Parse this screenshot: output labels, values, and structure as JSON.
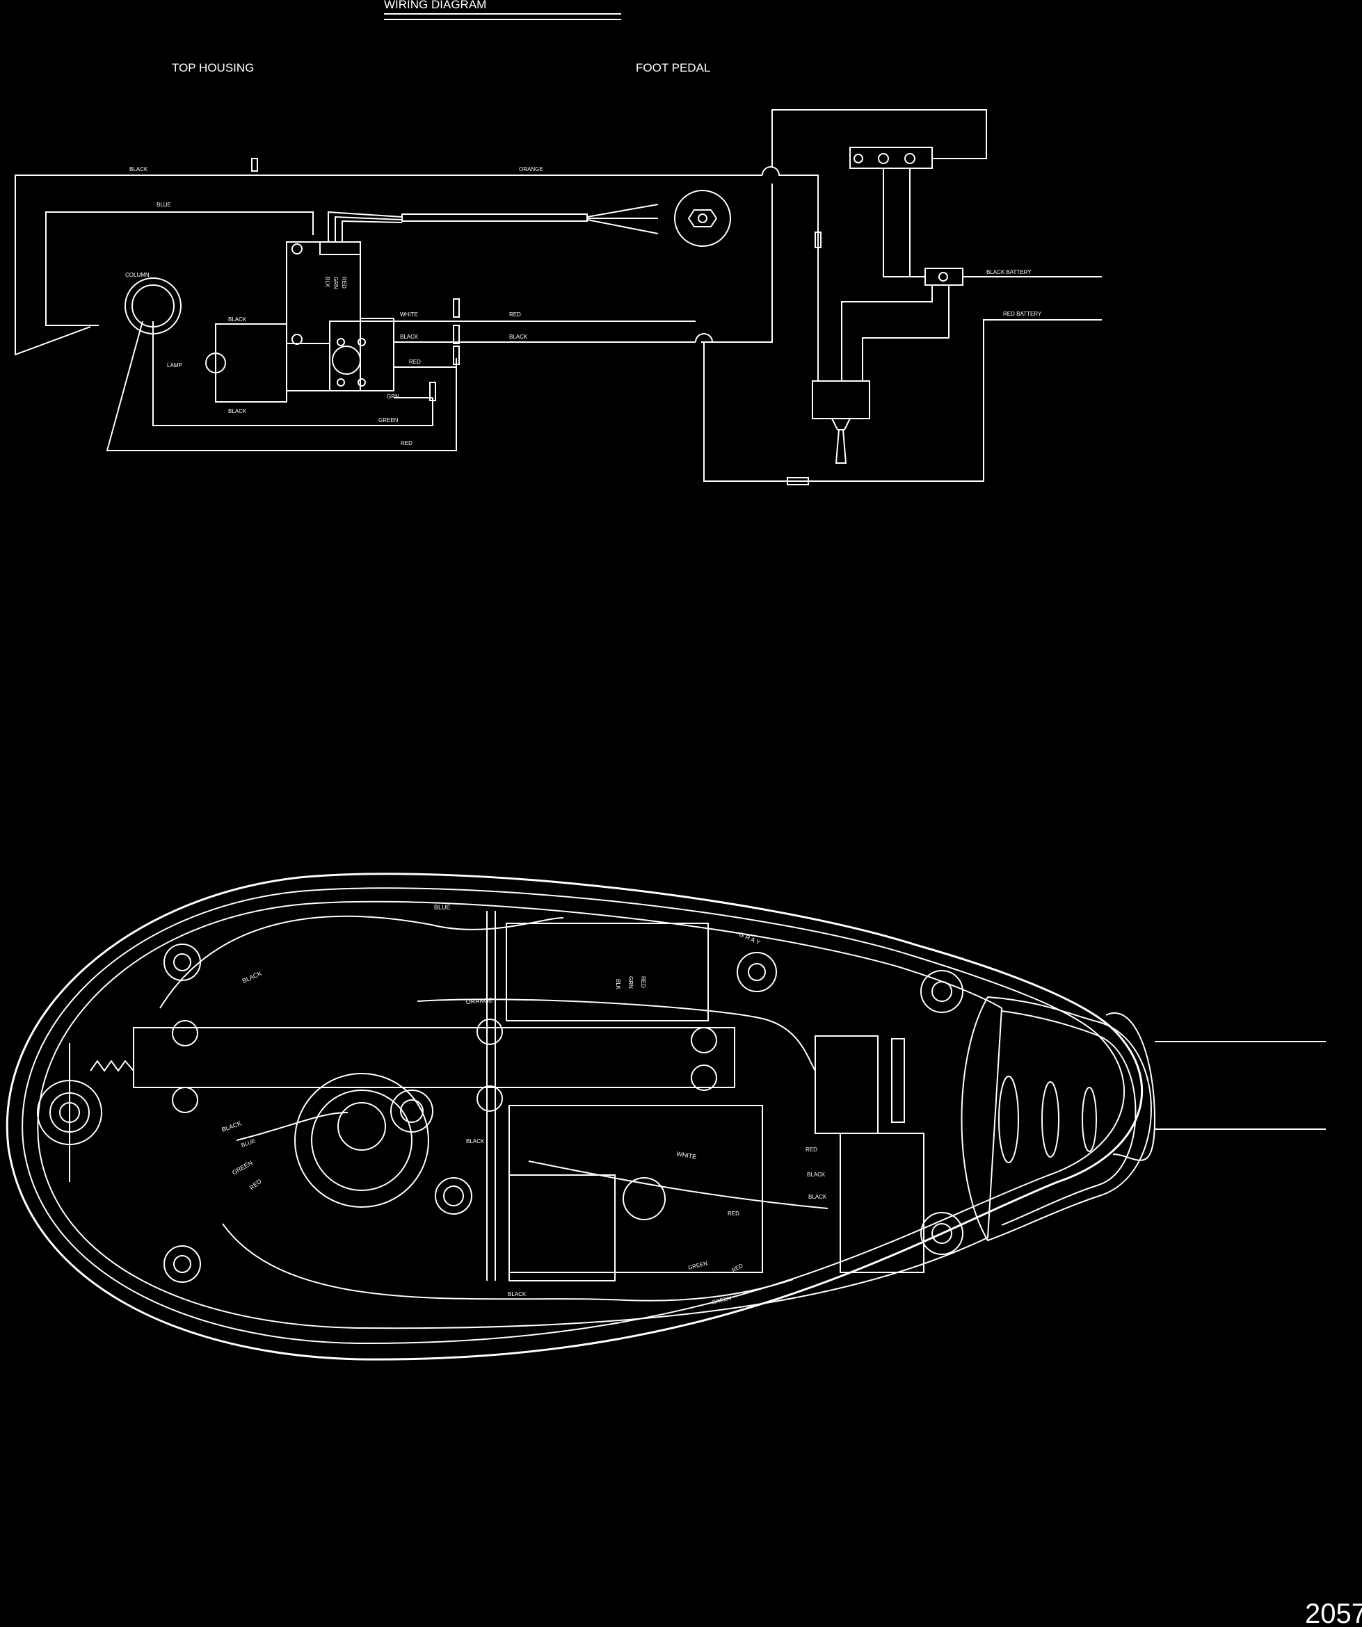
{
  "diagram": {
    "title": "WIRING DIAGRAM",
    "sections": {
      "top_housing": "TOP HOUSING",
      "foot_pedal": "FOOT PEDAL"
    },
    "schematic_labels": {
      "black_top": "BLACK",
      "orange": "ORANGE",
      "blue": "BLUE",
      "column": "COLUMN",
      "blk": "BLK",
      "grn": "GRN",
      "red_pcb": "RED",
      "black_lamp": "BLACK",
      "lamp": "LAMP",
      "white": "WHITE",
      "red_right1": "RED",
      "black_mid": "BLACK",
      "black_right": "BLACK",
      "red_mid": "RED",
      "grn_mid": "GRN",
      "black_bottom": "BLACK",
      "green_bottom": "GREEN",
      "red_bottom": "RED",
      "black_battery": "BLACK BATTERY",
      "red_battery": "RED BATTERY"
    },
    "housing_labels": {
      "blue": "BLUE",
      "black": "BLACK",
      "orange": "ORANGE",
      "blk": "BLK",
      "grn": "GRN",
      "red_pcb": "RED",
      "gray": "G R A Y",
      "black_lower": "BLACK",
      "blue_lower": "BLUE",
      "green_lower": "GREEN",
      "red_lower": "RED",
      "black_center": "BLACK",
      "white": "WHITE",
      "red_right": "RED",
      "black_right1": "BLACK",
      "black_right2": "BLACK",
      "red_center": "RED",
      "green_center": "GREEN",
      "red_center2": "RED",
      "green_bottom": "GREEN",
      "black_bottom": "BLACK"
    },
    "page_number": "2057"
  }
}
